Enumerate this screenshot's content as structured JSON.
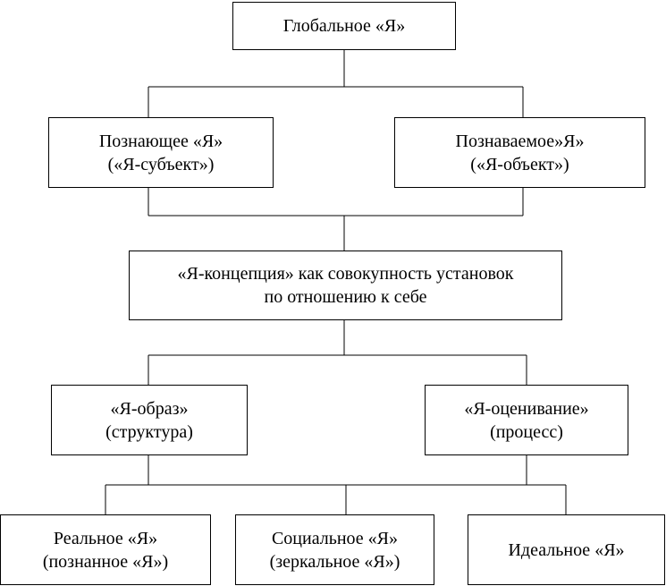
{
  "diagram": {
    "global_self": {
      "line1": "Глобальное «Я»"
    },
    "knowing_self": {
      "line1": "Познающее «Я»",
      "line2": "(«Я-субъект»)"
    },
    "known_self": {
      "line1": "Познаваемое»Я»",
      "line2": "(«Я-объект»)"
    },
    "self_concept": {
      "line1": "«Я-концепция» как совокупность установок",
      "line2": "по отношению к себе"
    },
    "self_image": {
      "line1": "«Я-образ»",
      "line2": "(структура)"
    },
    "self_evaluation": {
      "line1": "«Я-оценивание»",
      "line2": "(процесс)"
    },
    "real_self": {
      "line1": "Реальное «Я»",
      "line2": "(познанное «Я»)"
    },
    "social_self": {
      "line1": "Социальное «Я»",
      "line2": "(зеркальное «Я»)"
    },
    "ideal_self": {
      "line1": "Идеальное «Я»"
    }
  },
  "colors": {
    "line": "#000000",
    "box_border": "#000000",
    "background": "#ffffff"
  }
}
